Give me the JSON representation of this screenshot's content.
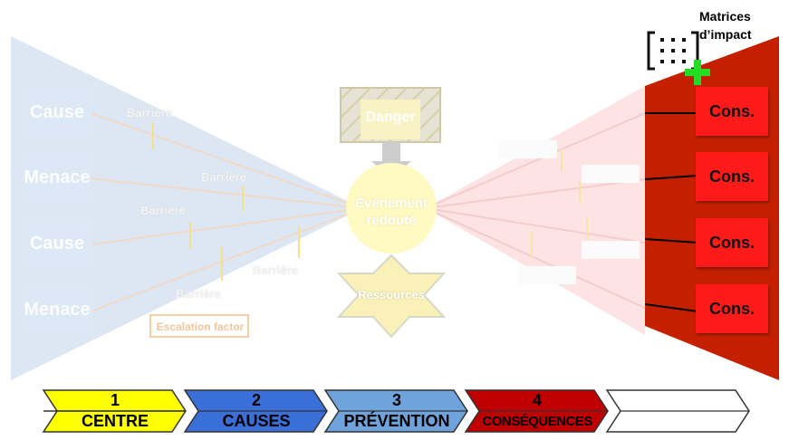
{
  "left_side": {
    "boxes": [
      "Cause",
      "Menace",
      "Cause",
      "Menace"
    ],
    "barriers": [
      "Barrière",
      "Barrière",
      "Barrière",
      "Barrière",
      "Barrière"
    ],
    "escalation_factor": "Escalation factor"
  },
  "center": {
    "danger": "Danger",
    "event_line1": "Événement",
    "event_line2": "redouté",
    "resources": "Ressources"
  },
  "right_side": {
    "consequences": [
      "Cons.",
      "Cons.",
      "Cons.",
      "Cons."
    ]
  },
  "impact_matrix": {
    "line1": "Matrices",
    "line2": "d’impact"
  },
  "steps": [
    {
      "number": "1",
      "label": "CENTRE",
      "color": "#ffff00",
      "text_color": "#000000"
    },
    {
      "number": "2",
      "label": "CAUSES",
      "color": "#3a6fd8",
      "text_color": "#000000"
    },
    {
      "number": "3",
      "label": "PRÉVENTION",
      "color": "#6fa3dc",
      "text_color": "#000000"
    },
    {
      "number": "4",
      "label": "CONSÉQUENCES",
      "color": "#c00000",
      "text_color": "#000000"
    },
    {
      "number": "",
      "label": "",
      "color": "#ffffff",
      "text_color": "#000000"
    }
  ],
  "colors": {
    "left_wedge": "#dbe6f2",
    "right_wedge": "#c42000",
    "right_wedge_light": "#fde0e0",
    "event": "#fffbd0",
    "plus": "#22dd22"
  }
}
